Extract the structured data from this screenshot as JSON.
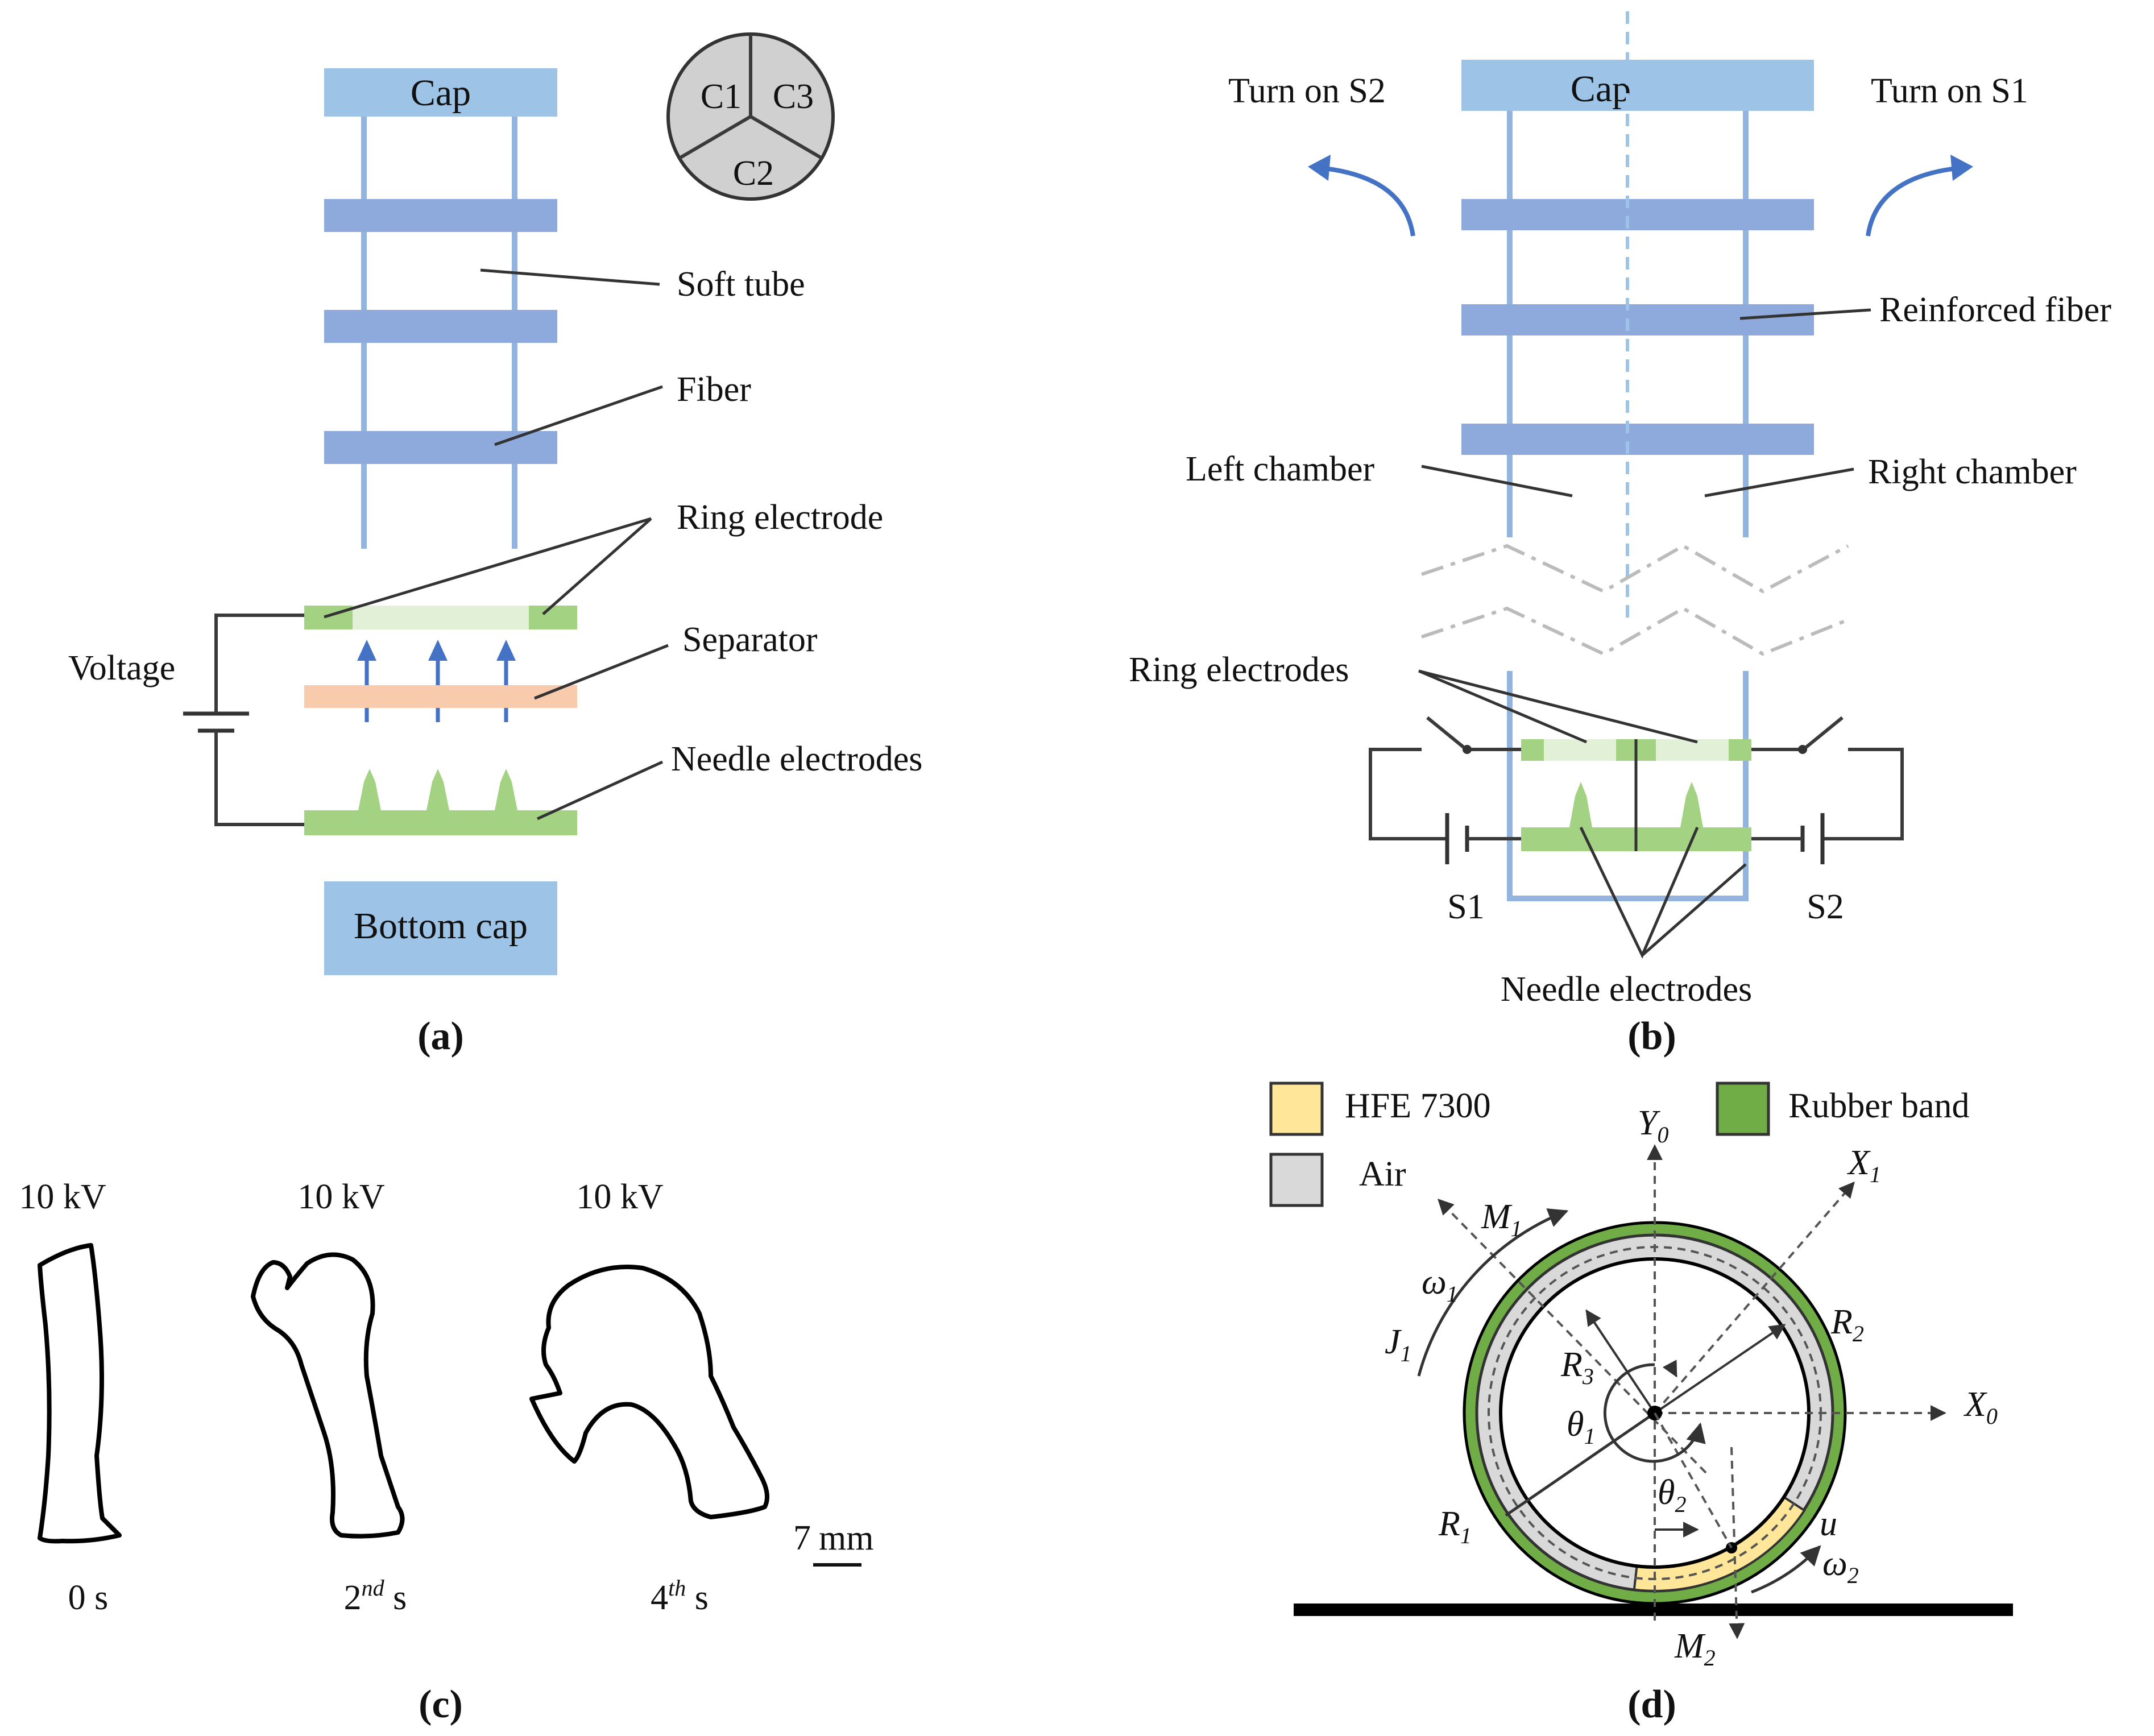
{
  "panel_a": {
    "caption": "(a)",
    "cap": "Cap",
    "bottom_cap": "Bottom cap",
    "soft_tube": "Soft tube",
    "fiber": "Fiber",
    "ring_electrode": "Ring electrode",
    "separator": "Separator",
    "needle_electrodes": "Needle electrodes",
    "voltage": "Voltage",
    "chambers": [
      "C1",
      "C3",
      "C2"
    ]
  },
  "panel_b": {
    "caption": "(b)",
    "cap": "Cap",
    "turn_on_s2": "Turn on S2",
    "turn_on_s1": "Turn on S1",
    "reinforced_fiber": "Reinforced fiber",
    "left_chamber": "Left chamber",
    "right_chamber": "Right chamber",
    "ring_electrodes": "Ring electrodes",
    "needle_electrodes": "Needle electrodes",
    "s1": "S1",
    "s2": "S2"
  },
  "panel_c": {
    "caption": "(c)",
    "voltages": [
      "10 kV",
      "10 kV",
      "10 kV"
    ],
    "t0": "0 s",
    "t2_num": "2",
    "t2_sup": "nd",
    "t4_num": "4",
    "t4_sup": "th",
    "t_unit": " s",
    "scale_num": "7",
    "scale_unit": "mm"
  },
  "panel_d": {
    "caption": "(d)",
    "legend": {
      "hfe": "HFE 7300",
      "air": "Air",
      "rubber": "Rubber band"
    },
    "colors": {
      "hfe": "#ffe699",
      "air": "#d9d9d9",
      "rubber": "#70ad47"
    },
    "symbols": {
      "Y": "Y",
      "Y_sub": "0",
      "X1": "X",
      "X1_sub": "1",
      "X0": "X",
      "X0_sub": "0",
      "M1": "M",
      "M1_sub": "1",
      "M2": "M",
      "M2_sub": "2",
      "w1": "ω",
      "w1_sub": "1",
      "w2": "ω",
      "w2_sub": "2",
      "J1": "J",
      "J1_sub": "1",
      "R1": "R",
      "R1_sub": "1",
      "R2": "R",
      "R2_sub": "2",
      "R3": "R",
      "R3_sub": "3",
      "th1": "θ",
      "th1_sub": "1",
      "th2": "θ",
      "th2_sub": "2",
      "u": "u"
    }
  }
}
